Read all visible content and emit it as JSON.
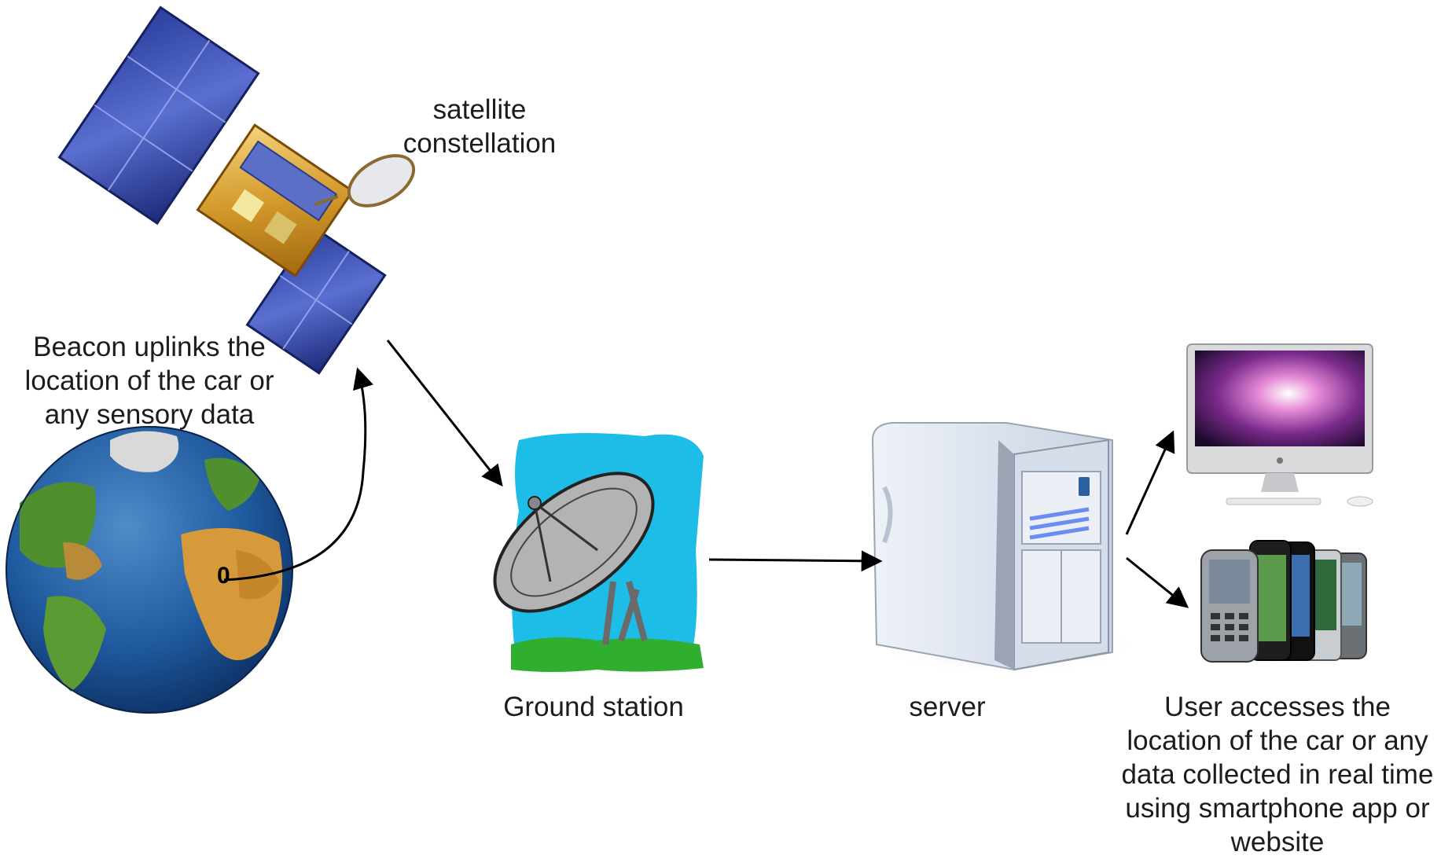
{
  "labels": {
    "satellite": [
      "satellite",
      "constellation"
    ],
    "beacon": [
      "Beacon uplinks the",
      "location of the car or",
      "any sensory data"
    ],
    "ground_station": "Ground station",
    "server": "server",
    "user": [
      "User accesses the",
      "location of the car or any",
      "data collected in real time",
      "using smartphone app or",
      "website"
    ]
  },
  "beacon_marker": "0"
}
